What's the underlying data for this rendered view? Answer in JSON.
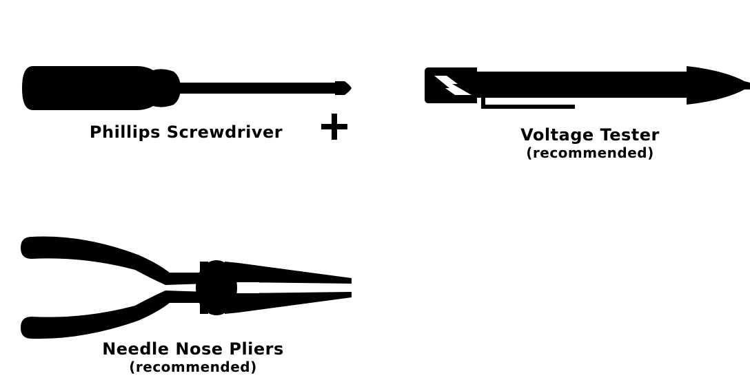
{
  "tools": [
    {
      "id": "screwdriver",
      "label": "Phillips Screwdriver",
      "note": "",
      "icon": "phillips-screwdriver-icon",
      "symbol": "plus-symbol"
    },
    {
      "id": "voltage-tester",
      "label": "Voltage Tester",
      "note": "(recommended)",
      "icon": "voltage-tester-icon"
    },
    {
      "id": "pliers",
      "label": "Needle Nose Pliers",
      "note": "(recommended)",
      "icon": "needle-nose-pliers-icon"
    }
  ],
  "colors": {
    "ink": "#000000",
    "background": "#ffffff"
  }
}
